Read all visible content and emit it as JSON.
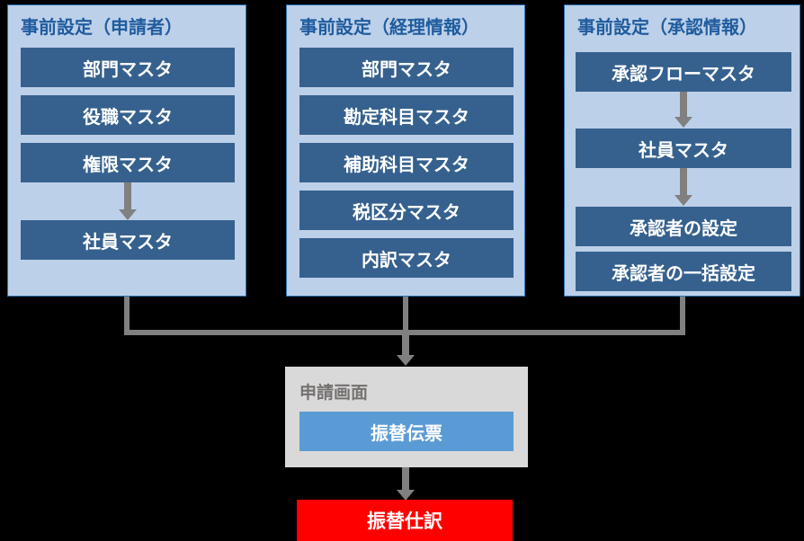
{
  "diagram": {
    "title_color": "#1F5C9E",
    "panel_bg": "#BDD0E9",
    "node_color": "#36618E",
    "arrow_color": "#808080",
    "screen_bg": "#D9D9D9",
    "screen_node_color": "#5B9BD5",
    "result_color": "#FF0000",
    "background": "#000000"
  },
  "panels": [
    {
      "title": "事前設定（申請者）",
      "nodes": [
        {
          "label": "部門マスタ"
        },
        {
          "label": "役職マスタ"
        },
        {
          "label": "権限マスタ"
        },
        {
          "label": "社員マスタ"
        }
      ]
    },
    {
      "title": "事前設定（経理情報）",
      "nodes": [
        {
          "label": "部門マスタ"
        },
        {
          "label": "勘定科目マスタ"
        },
        {
          "label": "補助科目マスタ"
        },
        {
          "label": "税区分マスタ"
        },
        {
          "label": "内訳マスタ"
        }
      ]
    },
    {
      "title": "事前設定（承認情報）",
      "nodes": [
        {
          "label": "承認フローマスタ"
        },
        {
          "label": "社員マスタ"
        },
        {
          "label": "承認者の設定"
        },
        {
          "label": "承認者の一括設定"
        }
      ]
    }
  ],
  "application_screen": {
    "label": "申請画面",
    "node": "振替伝票"
  },
  "result": {
    "label": "振替仕訳"
  }
}
